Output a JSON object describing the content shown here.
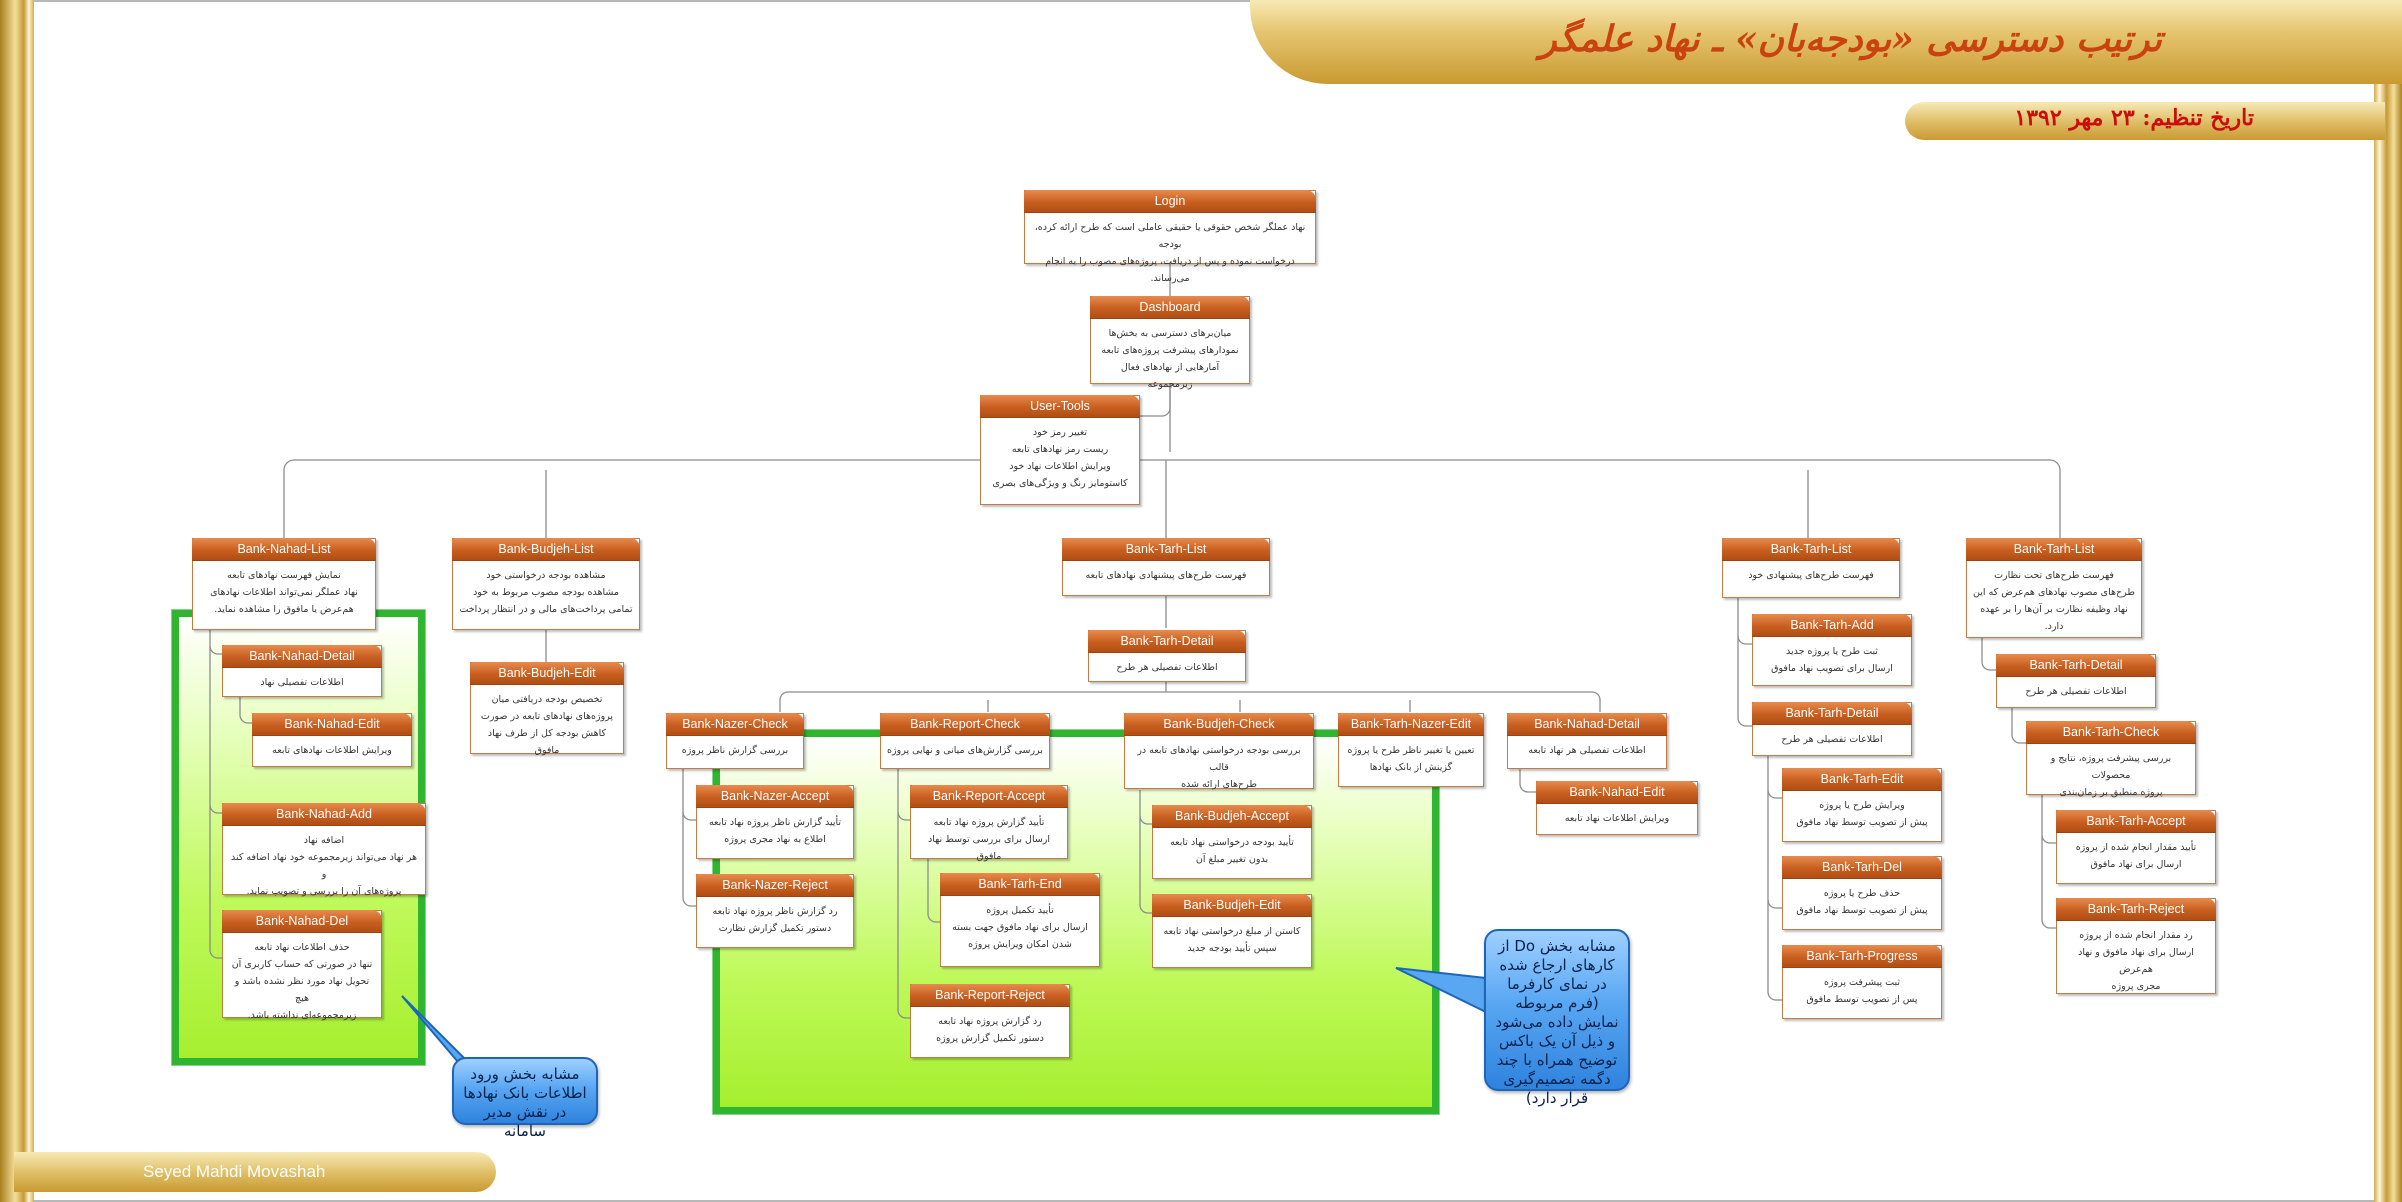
{
  "header": {
    "title": "ترتیب دسترسی «بودجه‌بان» ـ نهاد علمگر",
    "date": "تاریخ تنظیم: ۲۳ مهر ۱۳۹۲"
  },
  "footer": {
    "author": "Seyed Mahdi Movashah"
  },
  "nodes": {
    "login": {
      "title": "Login",
      "lines": [
        "نهاد عملگر شخص حقوقی یا حقیقی عاملی است که طرح ارائه کرده، بودجه",
        "درخواست نموده و پس از دریافت، پروژه‌های مصوب را به انجام می‌رساند."
      ]
    },
    "dashboard": {
      "title": "Dashboard",
      "lines": [
        "میان‌برهای دسترسی به بخش‌ها",
        "نمودارهای پیشرفت پروژه‌های تابعه",
        "آمارهایی از نهادهای فعال زیرمجموعه"
      ]
    },
    "user_tools": {
      "title": "User-Tools",
      "lines": [
        "تغییر رمز خود",
        "ریست رمز نهادهای تابعه",
        "ویرایش اطلاعات نهاد خود",
        "کاستومایز رنگ و ویژگی‌های بصری"
      ]
    },
    "bank_nahad_list": {
      "title": "Bank-Nahad-List",
      "lines": [
        "نمایش فهرست نهادهای تابعه",
        "نهاد عملگر نمی‌تواند اطلاعات نهادهای",
        "هم‌عرض یا مافوق را مشاهده نماید."
      ]
    },
    "bank_nahad_detail_1": {
      "title": "Bank-Nahad-Detail",
      "lines": [
        "اطلاعات تفصیلی نهاد"
      ]
    },
    "bank_nahad_edit_1": {
      "title": "Bank-Nahad-Edit",
      "lines": [
        "ویرایش اطلاعات نهادهای تابعه"
      ]
    },
    "bank_nahad_add": {
      "title": "Bank-Nahad-Add",
      "lines": [
        "اضافه نهاد",
        "هر نهاد می‌تواند زیرمجموعه خود نهاد اضافه کند و",
        "پروژه‌های آن را بررسی و تصویب نماید."
      ]
    },
    "bank_nahad_del": {
      "title": "Bank-Nahad-Del",
      "lines": [
        "حذف اطلاعات نهاد تابعه",
        "تنها در صورتی که حساب کاربری آن",
        "تحویل نهاد مورد نظر نشده باشد و هیچ",
        "زیرمجموعه‌ای نداشته باشد."
      ]
    },
    "bank_budjeh_list": {
      "title": "Bank-Budjeh-List",
      "lines": [
        "مشاهده بودجه درخواستی خود",
        "مشاهده بودجه مصوب مربوط به خود",
        "تمامی پرداخت‌های مالی و در انتظار پرداخت"
      ]
    },
    "bank_budjeh_edit_1": {
      "title": "Bank-Budjeh-Edit",
      "lines": [
        "تخصیص بودجه دریافتی میان",
        "پروژه‌های نهادهای تابعه در صورت",
        "کاهش بودجه کل از طرف نهاد مافوق"
      ]
    },
    "bank_tarh_list_center": {
      "title": "Bank-Tarh-List",
      "lines": [
        "فهرست طرح‌های پیشنهادی نهادهای تابعه"
      ]
    },
    "bank_tarh_detail_center": {
      "title": "Bank-Tarh-Detail",
      "lines": [
        "اطلاعات تفصیلی هر طرح"
      ]
    },
    "bank_nazer_check": {
      "title": "Bank-Nazer-Check",
      "lines": [
        "بررسی گزارش ناظر پروژه"
      ]
    },
    "bank_nazer_accept": {
      "title": "Bank-Nazer-Accept",
      "lines": [
        "تأیید گزارش ناظر پروژه نهاد تابعه",
        "اطلاع به نهاد مجری پروژه"
      ]
    },
    "bank_nazer_reject": {
      "title": "Bank-Nazer-Reject",
      "lines": [
        "رد گزارش ناظر پروژه نهاد تابعه",
        "دستور تکمیل گزارش نظارت"
      ]
    },
    "bank_report_check": {
      "title": "Bank-Report-Check",
      "lines": [
        "بررسی گزارش‌های میانی و نهایی پروژه"
      ]
    },
    "bank_report_accept": {
      "title": "Bank-Report-Accept",
      "lines": [
        "تأیید گزارش پروژه نهاد تابعه",
        "ارسال برای بررسی توسط نهاد مافوق"
      ]
    },
    "bank_tarh_end": {
      "title": "Bank-Tarh-End",
      "lines": [
        "تأیید تکمیل پروژه",
        "ارسال برای نهاد مافوق جهت بسته",
        "شدن امکان ویرایش پروژه"
      ]
    },
    "bank_report_reject": {
      "title": "Bank-Report-Reject",
      "lines": [
        "رد گزارش پروژه نهاد تابعه",
        "دستور تکمیل گزارش پروژه"
      ]
    },
    "bank_budjeh_check": {
      "title": "Bank-Budjeh-Check",
      "lines": [
        "بررسی بودجه درخواستی نهادهای تابعه در قالب",
        "طرح‌های ارائه شده"
      ]
    },
    "bank_budjeh_accept": {
      "title": "Bank-Budjeh-Accept",
      "lines": [
        "تأیید بودجه درخواستی نهاد تابعه",
        "بدون تغییر مبلغ آن"
      ]
    },
    "bank_budjeh_edit_2": {
      "title": "Bank-Budjeh-Edit",
      "lines": [
        "کاستن از مبلغ درخواستی نهاد تابعه",
        "سپس تأیید بودجه جدید"
      ]
    },
    "bank_tarh_nazer_edit": {
      "title": "Bank-Tarh-Nazer-Edit",
      "lines": [
        "تعیین یا تغییر ناظر طرح یا پروژه",
        "گزینش از بانک نهادها"
      ]
    },
    "bank_nahad_detail_2": {
      "title": "Bank-Nahad-Detail",
      "lines": [
        "اطلاعات تفصیلی هر نهاد تابعه"
      ]
    },
    "bank_nahad_edit_2": {
      "title": "Bank-Nahad-Edit",
      "lines": [
        "ویرایش اطلاعات نهاد تابعه"
      ]
    },
    "bank_tarh_list_own": {
      "title": "Bank-Tarh-List",
      "lines": [
        "فهرست طرح‌های پیشنهادی خود"
      ]
    },
    "bank_tarh_add": {
      "title": "Bank-Tarh-Add",
      "lines": [
        "ثبت طرح یا پروژه جدید",
        "ارسال برای تصویب نهاد مافوق"
      ]
    },
    "bank_tarh_detail_own": {
      "title": "Bank-Tarh-Detail",
      "lines": [
        "اطلاعات تفصیلی هر طرح"
      ]
    },
    "bank_tarh_edit": {
      "title": "Bank-Tarh-Edit",
      "lines": [
        "ویرایش طرح یا پروژه",
        "پیش از تصویب توسط نهاد مافوق"
      ]
    },
    "bank_tarh_del": {
      "title": "Bank-Tarh-Del",
      "lines": [
        "حذف طرح یا پروژه",
        "پیش از تصویب توسط نهاد مافوق"
      ]
    },
    "bank_tarh_progress": {
      "title": "Bank-Tarh-Progress",
      "lines": [
        "ثبت پیشرفت پروژه",
        "پس از تصویب توسط مافوق"
      ]
    },
    "bank_tarh_list_super": {
      "title": "Bank-Tarh-List",
      "lines": [
        "فهرست طرح‌های تحت نظارت",
        "طرح‌های مصوب نهادهای هم‌عرض که این",
        "نهاد وظیفه نظارت بر آن‌ها را بر عهده دارد."
      ]
    },
    "bank_tarh_detail_super": {
      "title": "Bank-Tarh-Detail",
      "lines": [
        "اطلاعات تفصیلی هر طرح"
      ]
    },
    "bank_tarh_check": {
      "title": "Bank-Tarh-Check",
      "lines": [
        "بررسی پیشرفت پروژه، نتایج و محصولات",
        "پروژه منطبق بر زمان‌بندی"
      ]
    },
    "bank_tarh_accept": {
      "title": "Bank-Tarh-Accept",
      "lines": [
        "تأیید مقدار انجام شده از پروژه",
        "ارسال برای نهاد مافوق"
      ]
    },
    "bank_tarh_reject": {
      "title": "Bank-Tarh-Reject",
      "lines": [
        "رد مقدار انجام شده از پروژه",
        "ارسال برای نهاد مافوق و نهاد هم‌عرض",
        "مجری پروژه"
      ]
    }
  },
  "callouts": {
    "left": "مشابه بخش ورود اطلاعات بانک نهادها در نقش مدیر سامانه",
    "right": "مشابه بخش Do از کارهای ارجاع شده در نمای کارفرما (فرم مربوطه نمایش داده می‌شود و ذیل آن یک باکس توضیح همراه با چند دگمه تصمیم‌گیری قرار دارد)"
  },
  "colors": {
    "node_header": "#c85f20",
    "node_border": "#c77b44",
    "group_border": "#2fb52f",
    "group_fill": "#bff95a",
    "callout_fill": "#59a7f3",
    "gold_band": "#c99a31",
    "title_text": "#c9420f",
    "date_text": "#cc0d0d"
  }
}
